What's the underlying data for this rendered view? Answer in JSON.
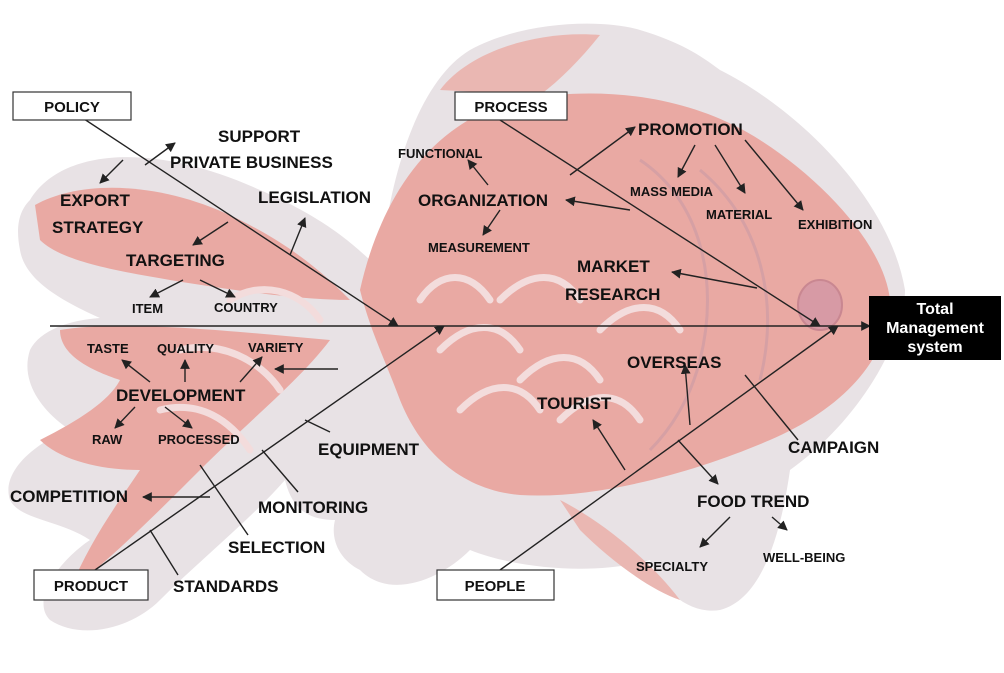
{
  "diagram": {
    "type": "fishbone (cause and effect)",
    "effect": {
      "line1": "Total",
      "line2": "Management",
      "line3": "system"
    },
    "categories": {
      "policy": "POLICY",
      "process": "PROCESS",
      "product": "PRODUCT",
      "people": "PEOPLE"
    },
    "causes": {
      "support": "SUPPORT",
      "private_business": "PRIVATE BUSINESS",
      "export": "EXPORT",
      "strategy": "STRATEGY",
      "legislation": "LEGISLATION",
      "targeting": "TARGETING",
      "item": "ITEM",
      "country": "COUNTRY",
      "functional": "FUNCTIONAL",
      "organization": "ORGANIZATION",
      "measurement": "MEASUREMENT",
      "promotion": "PROMOTION",
      "mass_media": "MASS MEDIA",
      "material": "MATERIAL",
      "exhibition": "EXHIBITION",
      "market": "MARKET",
      "research": "RESEARCH",
      "taste": "TASTE",
      "quality": "QUALITY",
      "variety": "VARIETY",
      "development": "DEVELOPMENT",
      "raw": "RAW",
      "processed": "PROCESSED",
      "equipment": "EQUIPMENT",
      "competition": "COMPETITION",
      "monitoring": "MONITORING",
      "selection": "SELECTION",
      "standards": "STANDARDS",
      "overseas": "OVERSEAS",
      "tourist": "TOURIST",
      "campaign": "CAMPAIGN",
      "food_trend": "FOOD TREND",
      "specialty": "SPECIALTY",
      "well_being": "WELL-BEING"
    },
    "colors": {
      "fish_outer": "#e8e2e5",
      "fish_body": "#e9a9a3",
      "fish_scale": "#f3dcdc",
      "fish_eye": "#d79aa5",
      "effect_box": "#000000",
      "lines": "#222222"
    }
  }
}
